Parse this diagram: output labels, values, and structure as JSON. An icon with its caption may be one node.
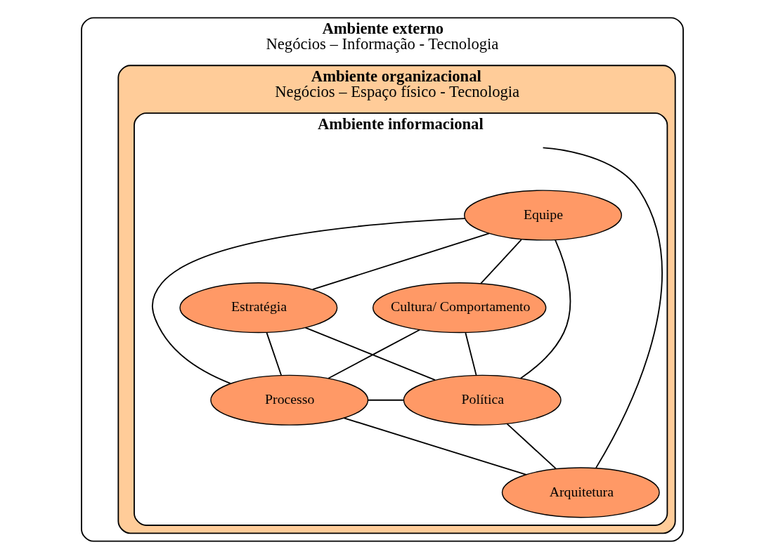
{
  "diagram": {
    "nodes": [
      {
        "text": [
          "Ambiente externo",
          "Negócios – Informação - Tecnologia"
        ]
      },
      {
        "text": [
          "Ambiente organizacional",
          "Negócios – Espaço físico - Tecnologia"
        ],
        "in": 0
      },
      {
        "text": [
          "Ambiente informacional"
        ],
        "in": 1
      },
      {
        "text": [
          "Equipe"
        ],
        "in": 2
      },
      {
        "text": [
          "Estratégia"
        ],
        "in": 2
      },
      {
        "text": [
          "Cultura/ Comportamento"
        ],
        "in": 2
      },
      {
        "text": [
          "Processo"
        ],
        "in": 2
      },
      {
        "text": [
          "Política"
        ],
        "in": 2
      },
      {
        "text": [
          "Arquitetura"
        ],
        "in": 2
      }
    ],
    "edges": [
      {
        "from": 3,
        "to": 4,
        "arrow": "none"
      },
      {
        "from": 3,
        "to": 5,
        "arrow": "none"
      },
      {
        "from": 3,
        "to": 6,
        "arrow": "none"
      },
      {
        "from": 3,
        "to": 7,
        "arrow": "none"
      },
      {
        "from": 4,
        "to": 6,
        "arrow": "none"
      },
      {
        "from": 4,
        "to": 7,
        "arrow": "none"
      },
      {
        "from": 5,
        "to": 6,
        "arrow": "none"
      },
      {
        "from": 5,
        "to": 7,
        "arrow": "none"
      },
      {
        "from": 6,
        "to": 7,
        "arrow": "none"
      },
      {
        "from": 6,
        "to": 8,
        "arrow": "none"
      },
      {
        "from": 7,
        "to": 8,
        "arrow": "none"
      },
      {
        "from": 2,
        "to": 8,
        "arrow": "none"
      }
    ]
  }
}
